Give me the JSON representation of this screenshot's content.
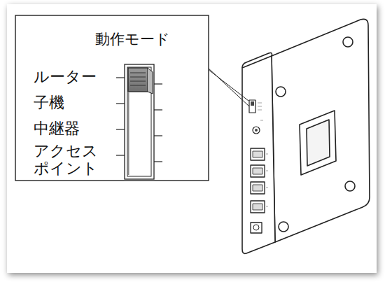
{
  "diagram": {
    "labels": [
      "動作モード",
      "ルーター",
      "子機",
      "中継器",
      "アクセス ポイント"
    ]
  }
}
